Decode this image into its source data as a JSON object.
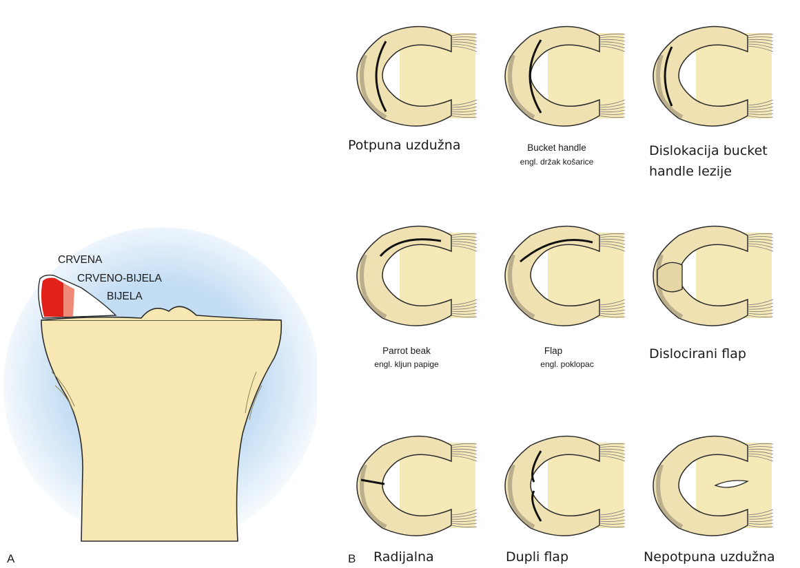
{
  "panel_a": {
    "letter": "A",
    "zones": {
      "red": "CRVENA",
      "red_white": "CRVENO-BIJELA",
      "white": "BIJELA"
    }
  },
  "panel_b": {
    "letter": "B",
    "tears": [
      {
        "name": "Potpuna uzdužna"
      },
      {
        "name": "Bucket handle",
        "note": "engl. držak košarice"
      },
      {
        "name": "Dislokacija bucket",
        "name2": "handle lezije"
      },
      {
        "name": "Parrot beak",
        "note": "engl. kljun papige"
      },
      {
        "name": "Flap",
        "note": "engl. poklopac"
      },
      {
        "name": "Dislocirani flap"
      },
      {
        "name": "Radijalna"
      },
      {
        "name": "Dupli flap"
      },
      {
        "name": "Nepotpuna uzdužna"
      }
    ]
  },
  "colors": {
    "cartilage": "#f6e9b8",
    "bone": "#f7e8b3",
    "red_zone": "#e0221b",
    "red_white_zone": "#ef8a78",
    "halo": "#bcd9f2",
    "outline": "#2a2a2a"
  }
}
